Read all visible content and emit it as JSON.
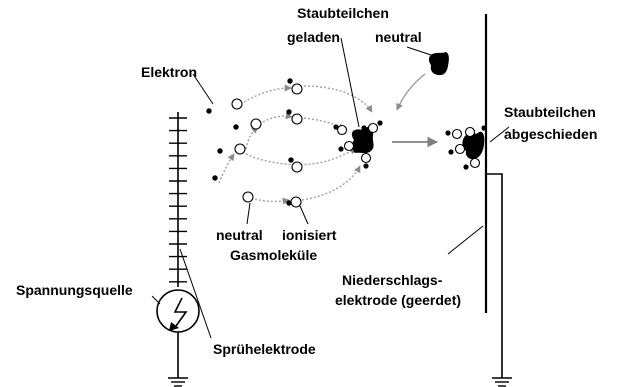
{
  "labels": {
    "staub_geladen_l1": "Staubteilchen",
    "staub_geladen_l2": "geladen",
    "staub_neutral": "neutral",
    "elektron": "Elektron",
    "staub_abgeschieden_l1": "Staubteilchen",
    "staub_abgeschieden_l2": "abgeschieden",
    "gas_neutral": "neutral",
    "gas_ionisiert": "ionisiert",
    "gasmolekuele": "Gasmoleküle",
    "niederschlag_l1": "Niederschlags-",
    "niederschlag_l2": "elektrode (geerdet)",
    "spannungsquelle": "Spannungsquelle",
    "spruehelektrode": "Sprühelektrode"
  },
  "colors": {
    "line": "#000000",
    "arrow_gray": "#808080",
    "dotted_path": "#a0a0a0",
    "dust_fill": "#000000"
  }
}
